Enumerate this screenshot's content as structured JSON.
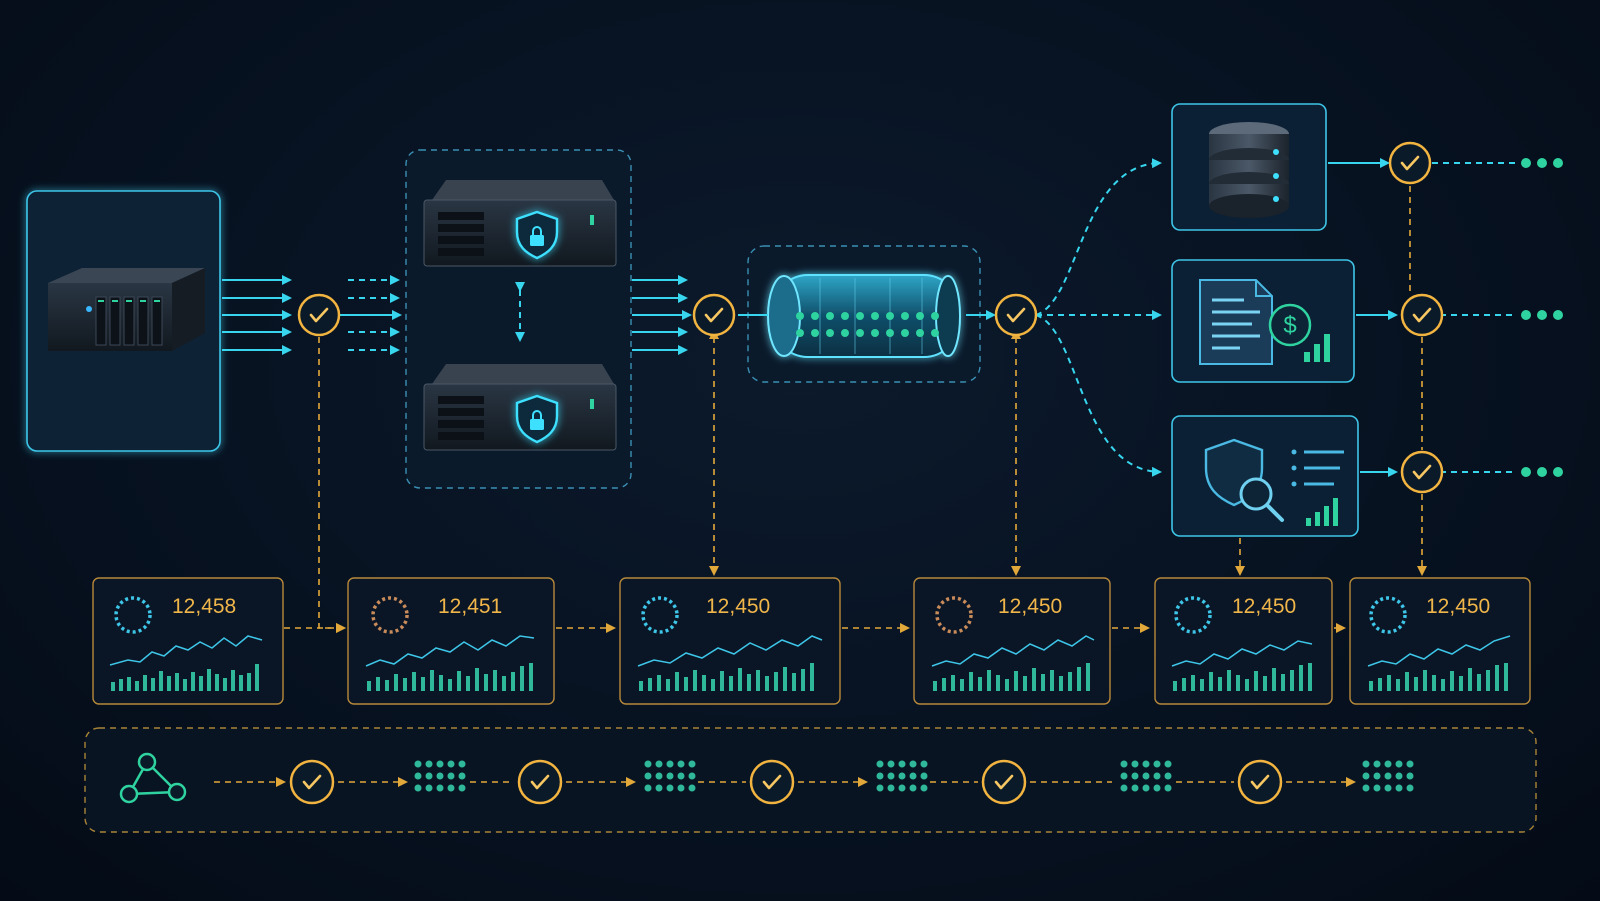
{
  "diagram": {
    "metrics": [
      {
        "value": "12,458"
      },
      {
        "value": "12,451"
      },
      {
        "value": "12,450"
      },
      {
        "value": "12,450"
      },
      {
        "value": "12,450"
      },
      {
        "value": "12,450"
      }
    ],
    "icons": {
      "source": "storage-server-icon",
      "secure_servers": "shield-lock-server-icon",
      "queue": "data-pipeline-tube-icon",
      "database": "database-stack-icon",
      "billing": "invoice-dollar-icon",
      "audit": "shield-search-report-icon",
      "checkpoint": "check-circle-icon",
      "network": "network-graph-icon"
    },
    "colors": {
      "background": "#071221",
      "flow": "#37d6ee",
      "control": "#e3a83a",
      "check": "#f2b440",
      "accent_green": "#2fd3a0"
    }
  }
}
